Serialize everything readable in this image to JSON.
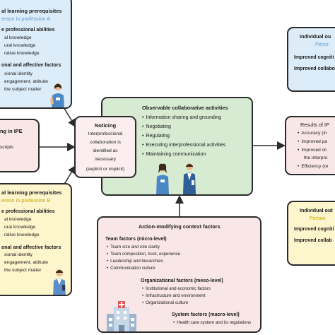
{
  "colors": {
    "blue_box": "#dcecf8",
    "yellow_box": "#fdf5cc",
    "green_box": "#d6ebd2",
    "pink_box": "#f8e7e6",
    "pinklight_box": "#faefee",
    "profession_a_text": "#5b9bd5",
    "profession_b_text": "#c9a200",
    "border": "#2b2b2b"
  },
  "prereq_a": {
    "title": "al learning prerequisites",
    "subtitle": "erson in profession A",
    "abilities_heading": "e professional abilities",
    "abilities_items": [
      "al knowledge",
      "ural knowledge",
      "rative knowledge"
    ],
    "affective_heading": "onal and affective factors",
    "affective_items": [
      "sional identity",
      "engagement, attitude",
      "the subject matter"
    ]
  },
  "prereq_b": {
    "title": "al learning prerequisites",
    "subtitle": "erson in profession B",
    "abilities_heading": "e professional abilities",
    "abilities_items": [
      "al knowledge",
      "ural knowledge",
      "rative knowledge"
    ],
    "affective_heading": "onal and affective factors",
    "affective_items": [
      "sional identity",
      "engagement, attitude",
      "the subject matter"
    ]
  },
  "ipe": {
    "title": "ng in IPE",
    "item": "scripts"
  },
  "noticing": {
    "title": "Noticing",
    "lines": [
      "Interprofessional",
      "collaboration is",
      "identified as",
      "necessary",
      "(explicit or implicit)"
    ]
  },
  "activities": {
    "title": "Observable collaborative activities",
    "items": [
      "Information sharing and grounding",
      "Negotiating",
      "Regulating",
      "Executing interprofessional activities",
      "Maintaining communication"
    ]
  },
  "context": {
    "title": "Action-modifying context factors",
    "team_heading": "Team factors (micro-level)",
    "team_items": [
      "Team size and role clarity",
      "Team composition, trust, experience",
      "Leadership and hierarchies",
      "Communication culture"
    ],
    "org_heading": "Organizational factors (meso-level)",
    "org_items": [
      "Institutional and economic factors",
      "Infrastructure and environment",
      "Organizational culture"
    ],
    "sys_heading": "System factors (macro-level)",
    "sys_items": [
      "Health care system and its regulations"
    ]
  },
  "outcomes_a": {
    "title": "Individual ou",
    "subtitle": "Perso",
    "items": [
      "Improved cogniti",
      "Improved collabo"
    ]
  },
  "results": {
    "title": "Results of IP",
    "items": [
      "Accuracy (in",
      "Improved pa",
      "Improved cli",
      "the interpro",
      "Efficiency (re"
    ]
  },
  "outcomes_b": {
    "title": "Individual out",
    "subtitle": "Person",
    "items": [
      "Improved cogniti",
      "Improved collab"
    ]
  }
}
